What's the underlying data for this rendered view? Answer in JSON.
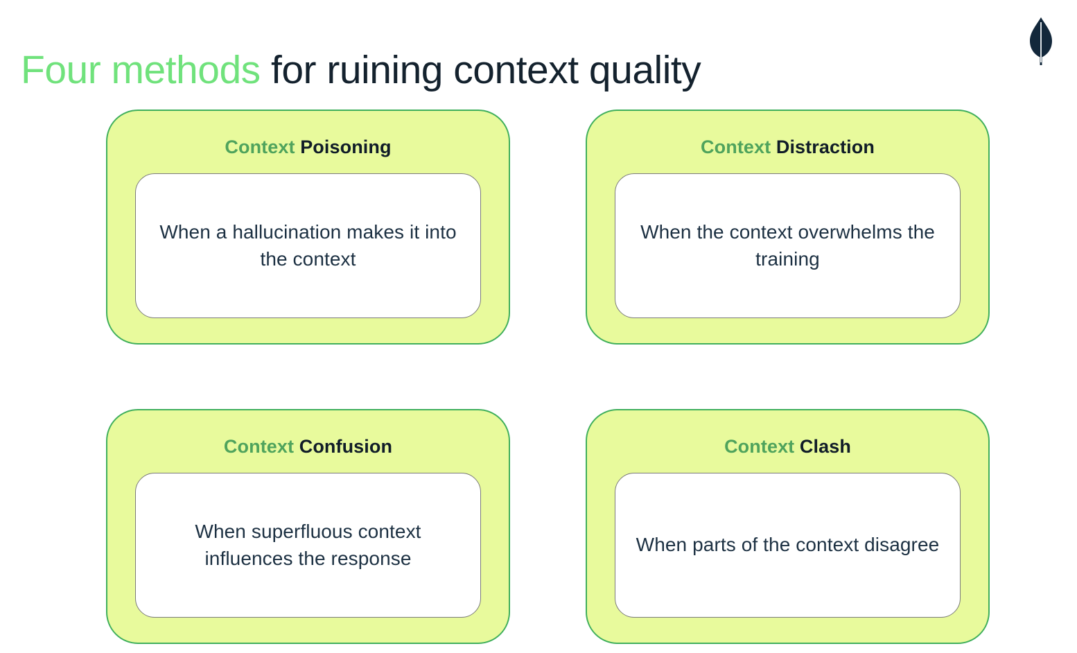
{
  "slide": {
    "title_accent": "Four methods",
    "title_rest": " for ruining context quality",
    "brand_logo_name": "mongodb-leaf-logo"
  },
  "colors": {
    "title_accent": "#70E27C",
    "title_text": "#14222E",
    "card_background": "#E8FA9C",
    "card_border": "#3FAF5C",
    "heading_keyword": "#4FA35C",
    "heading_term": "#101C28",
    "body_text": "#1C3042",
    "inner_box_border": "#7A7A7A",
    "inner_box_background": "#FFFFFF",
    "page_background": "#FFFFFF"
  },
  "cards": [
    {
      "heading_keyword": "Context",
      "heading_term": "Poisoning",
      "body": "When a hallucination makes it into the context"
    },
    {
      "heading_keyword": "Context",
      "heading_term": "Distraction",
      "body": "When the context overwhelms the training"
    },
    {
      "heading_keyword": "Context",
      "heading_term": "Confusion",
      "body": "When superfluous context influences the response"
    },
    {
      "heading_keyword": "Context",
      "heading_term": "Clash",
      "body": "When parts of the context disagree"
    }
  ]
}
